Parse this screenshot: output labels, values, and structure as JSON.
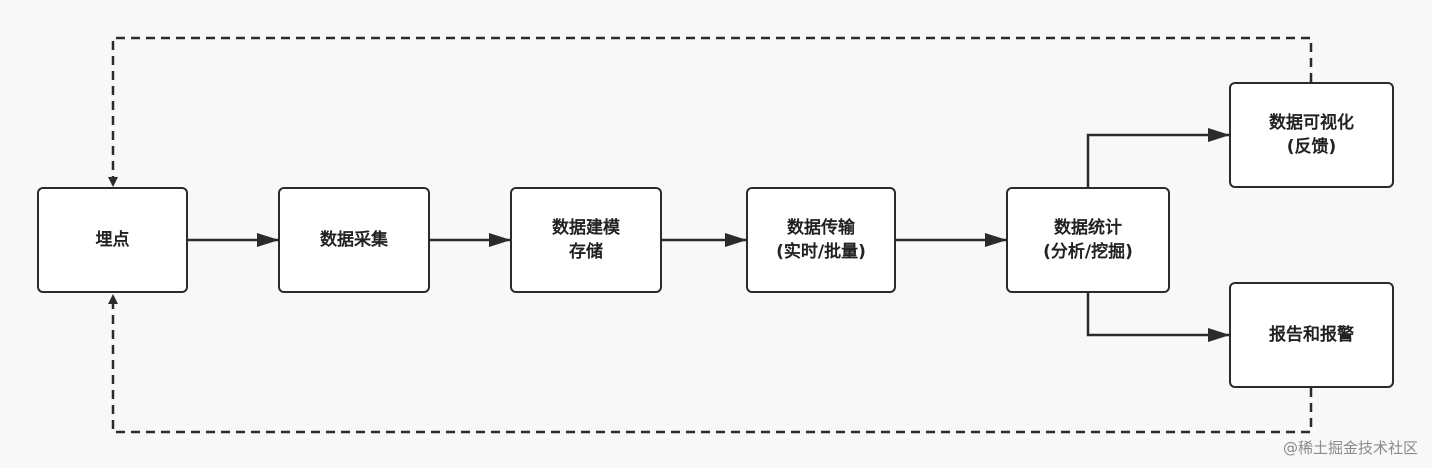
{
  "diagram": {
    "nodes": [
      {
        "id": "tracking",
        "lines": [
          "埋点"
        ]
      },
      {
        "id": "collection",
        "lines": [
          "数据采集"
        ]
      },
      {
        "id": "modeling",
        "lines": [
          "数据建模",
          "存储"
        ]
      },
      {
        "id": "transfer",
        "lines": [
          "数据传输",
          "(实时/批量)"
        ]
      },
      {
        "id": "statistics",
        "lines": [
          "数据统计",
          "(分析/挖掘)"
        ]
      },
      {
        "id": "visualization",
        "lines": [
          "数据可视化",
          "(反馈)"
        ]
      },
      {
        "id": "report",
        "lines": [
          "报告和报警"
        ]
      }
    ]
  },
  "watermark": "@稀土掘金技术社区"
}
